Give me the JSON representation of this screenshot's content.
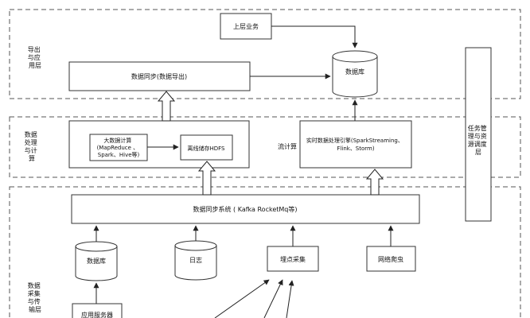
{
  "layers": {
    "export_apply": [
      "导出",
      "与应",
      "用层"
    ],
    "processing": [
      "数据",
      "处理",
      "与计",
      "算"
    ],
    "collection": [
      "数据",
      "采集",
      "与传",
      "输层"
    ]
  },
  "nodes": {
    "upper_business": "上层业务",
    "database_top": "数据库",
    "data_sync_export": "数据同步(数据导出)",
    "bigdata_compute": [
      "大数据计算",
      "(MapReduce 、",
      "Spark、Hive等)"
    ],
    "offline_hdfs": "离线储存HDFS",
    "stream_label": "流计算",
    "realtime_engine": [
      "实时数据处理引擎(SparkStreaming、",
      "Flink、Storm)"
    ],
    "data_sync_system": "数据同步系统 ( Kafka RocketMq等)",
    "database_bottom": "数据库",
    "log": "日志",
    "tracking": "埋点采集",
    "crawler": "网络爬虫",
    "app_server": "应用服务器"
  },
  "side_panel": [
    "任务管",
    "理与资",
    "源调度",
    "层"
  ]
}
